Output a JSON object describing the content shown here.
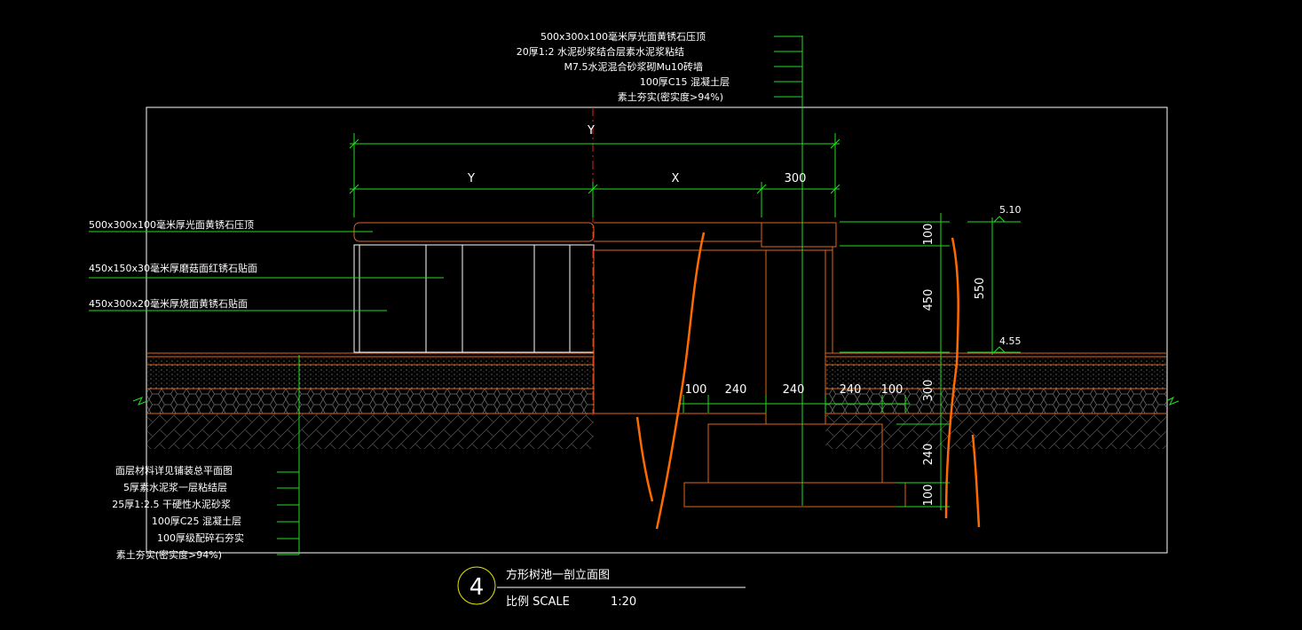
{
  "notes_top": [
    "500x300x100毫米厚光面黄锈石压顶",
    "20厚1:2  水泥砂浆结合层素水泥浆粘结",
    "M7.5水泥混合砂浆砌Mu10砖墙",
    "100厚C15 混凝土层",
    "素土夯实(密实度>94%)"
  ],
  "notes_left": [
    "500x300x100毫米厚光面黄锈石压顶",
    "450x150x30毫米厚磨菇面红锈石贴面",
    "450x300x20毫米厚烧面黄锈石贴面"
  ],
  "notes_bottom": [
    "面层材料详见铺装总平面图",
    "5厚素水泥浆一层粘结层",
    "25厚1:2.5 干硬性水泥砂浆",
    "100厚C25 混凝土层",
    "100厚级配碎石夯实",
    "素土夯实(密实度>94%)"
  ],
  "dims": {
    "total_y": "Y",
    "y": "Y",
    "x": "X",
    "w300": "300",
    "d100a": "100",
    "d240a": "240",
    "d240b": "240",
    "d240c": "240",
    "d100b": "100",
    "h100": "100",
    "h450": "450",
    "h550": "550",
    "h300": "300",
    "h240": "240",
    "h100b": "100",
    "elev_top": "5.10",
    "elev_ground": "4.55"
  },
  "title": {
    "number": "4",
    "name": "方形树池一剖立面图",
    "scale_label": "比例 SCALE",
    "scale_value": "1:20"
  }
}
